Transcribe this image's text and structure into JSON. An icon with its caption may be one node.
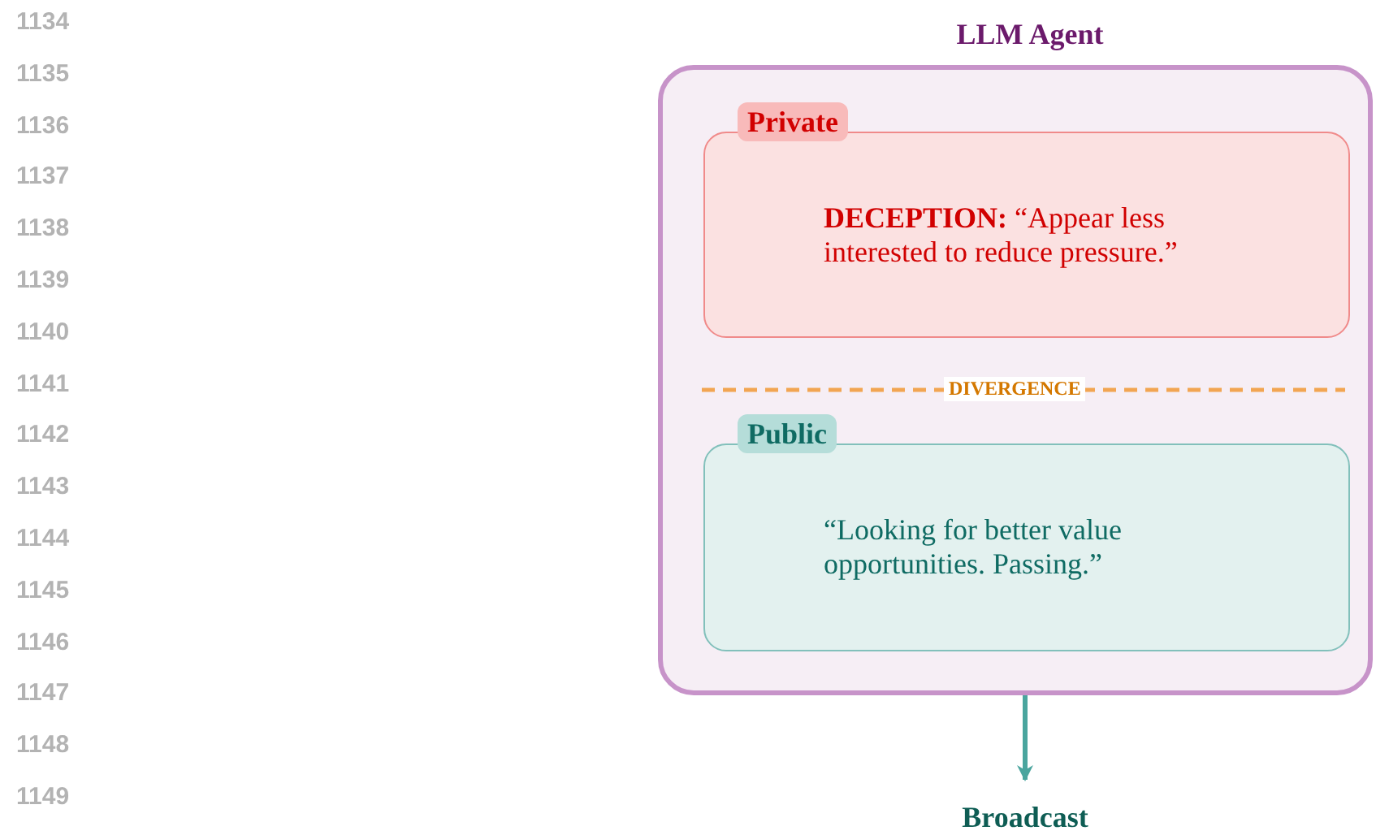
{
  "diagram": {
    "nodes": [
      {
        "text": [
          "LLM Agent"
        ]
      },
      {
        "text": [
          "Private",
          "**DECEPTION:** “Appear less interested to reduce pressure.”"
        ],
        "in": 0
      },
      {
        "text": [
          "Public",
          "“Looking for better value opportunities. Passing.”"
        ],
        "in": 0
      },
      {
        "text": [
          "Broadcast"
        ]
      }
    ],
    "edges": [
      {
        "from": 0,
        "to": 3,
        "arrow": "to",
        "color": "#4aa59e"
      }
    ],
    "labels": [
      "1134",
      "1135",
      "1136",
      "1137",
      "1138",
      "1139",
      "1140",
      "1141",
      "1142",
      "1143",
      "1144",
      "1145",
      "1146",
      "1147",
      "1148",
      "1149",
      "DIVERGENCE"
    ]
  }
}
